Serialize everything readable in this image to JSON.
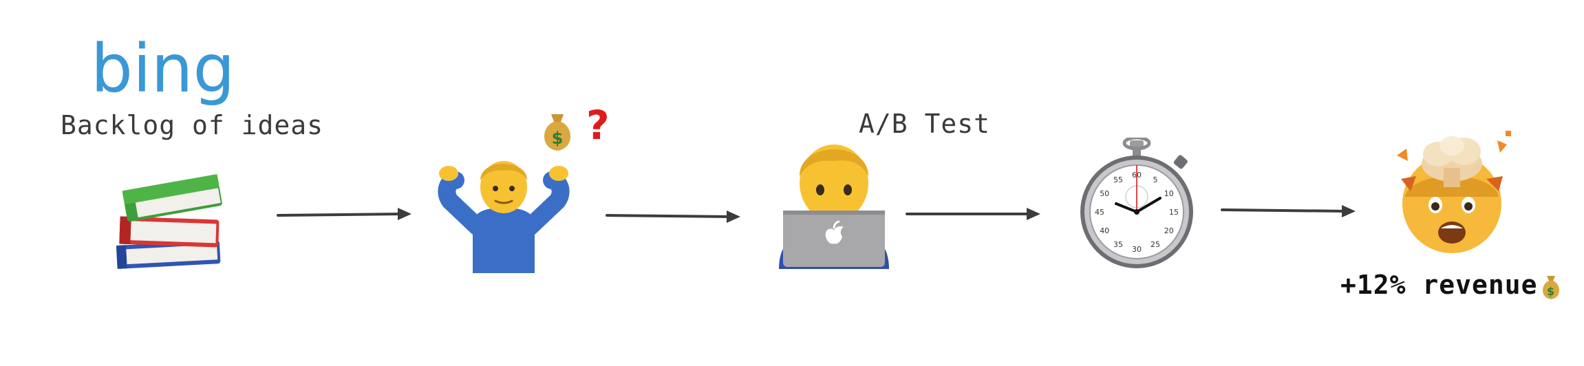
{
  "logo": {
    "text": "bing",
    "color": "#3a98d6"
  },
  "labels": {
    "backlog": "Backlog of ideas",
    "ab_test": "A/B Test",
    "revenue": "+12% revenue"
  },
  "question_mark": "?",
  "stopwatch": {
    "ticks": [
      "60",
      "5",
      "10",
      "15",
      "20",
      "25",
      "30",
      "35",
      "40",
      "45",
      "50",
      "55"
    ]
  },
  "icons": {
    "books": "books-icon",
    "shrug": "person-shrugging-icon",
    "money_bag": "money-bag-icon",
    "technologist": "technologist-icon",
    "stopwatch": "stopwatch-icon",
    "exploding_head": "exploding-head-icon",
    "arrow": "right-arrow-icon"
  },
  "colors": {
    "text": "#3a3a3a",
    "arrow": "#3c3c3c",
    "question": "#e01b1b",
    "skin": "#f7c232",
    "shirt": "#3b6fc7",
    "laptop": "#a8a8ab"
  }
}
